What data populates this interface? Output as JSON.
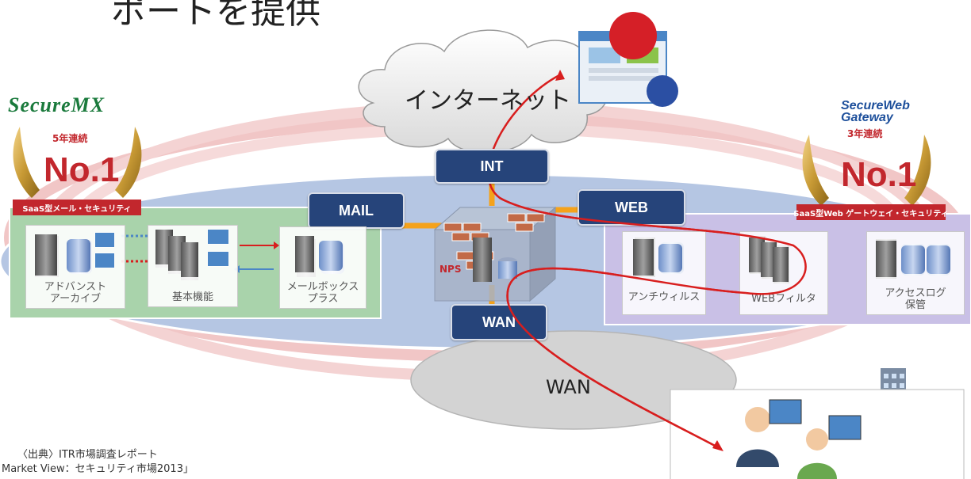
{
  "title": "ポートを提供",
  "cloud_label": "インターネット",
  "wan_cloud_label": "WAN",
  "tags": {
    "int": "INT",
    "mail": "MAIL",
    "web": "WEB",
    "wan": "WAN"
  },
  "nps_label": "NPS",
  "left": {
    "logo": "SecureMX",
    "award_years": "5年連続",
    "award_no": "No.1",
    "ribbon": "SaaS型メール・セキュリティ",
    "cards": [
      {
        "label_line1": "アドバンスト",
        "label_line2": "アーカイブ"
      },
      {
        "label_line1": "基本機能",
        "label_line2": ""
      },
      {
        "label_line1": "メールボックス",
        "label_line2": "プラス"
      }
    ]
  },
  "right": {
    "logo_line1": "SecureWeb",
    "logo_line2": "Gateway",
    "award_years": "3年連続",
    "award_no": "No.1",
    "ribbon": "SaaS型Web ゲートウェイ・セキュリティ",
    "cards": [
      {
        "label_line1": "アンチウィルス",
        "label_line2": ""
      },
      {
        "label_line1": "WEBフィルタ",
        "label_line2": ""
      },
      {
        "label_line1": "アクセスログ",
        "label_line2": "保管"
      }
    ]
  },
  "source": {
    "line1": "〈出典〉ITR市場調査レポート",
    "line2": "Market View：セキュリティ市場2013」"
  },
  "colors": {
    "tag_bg": "#26447a",
    "ellipse_fill": "#b5c6e3",
    "green_zone": "#a9d3ab",
    "purple_zone": "#c9c0e6",
    "accent_red": "#d81e1e",
    "orange_link": "#f5a21b"
  }
}
